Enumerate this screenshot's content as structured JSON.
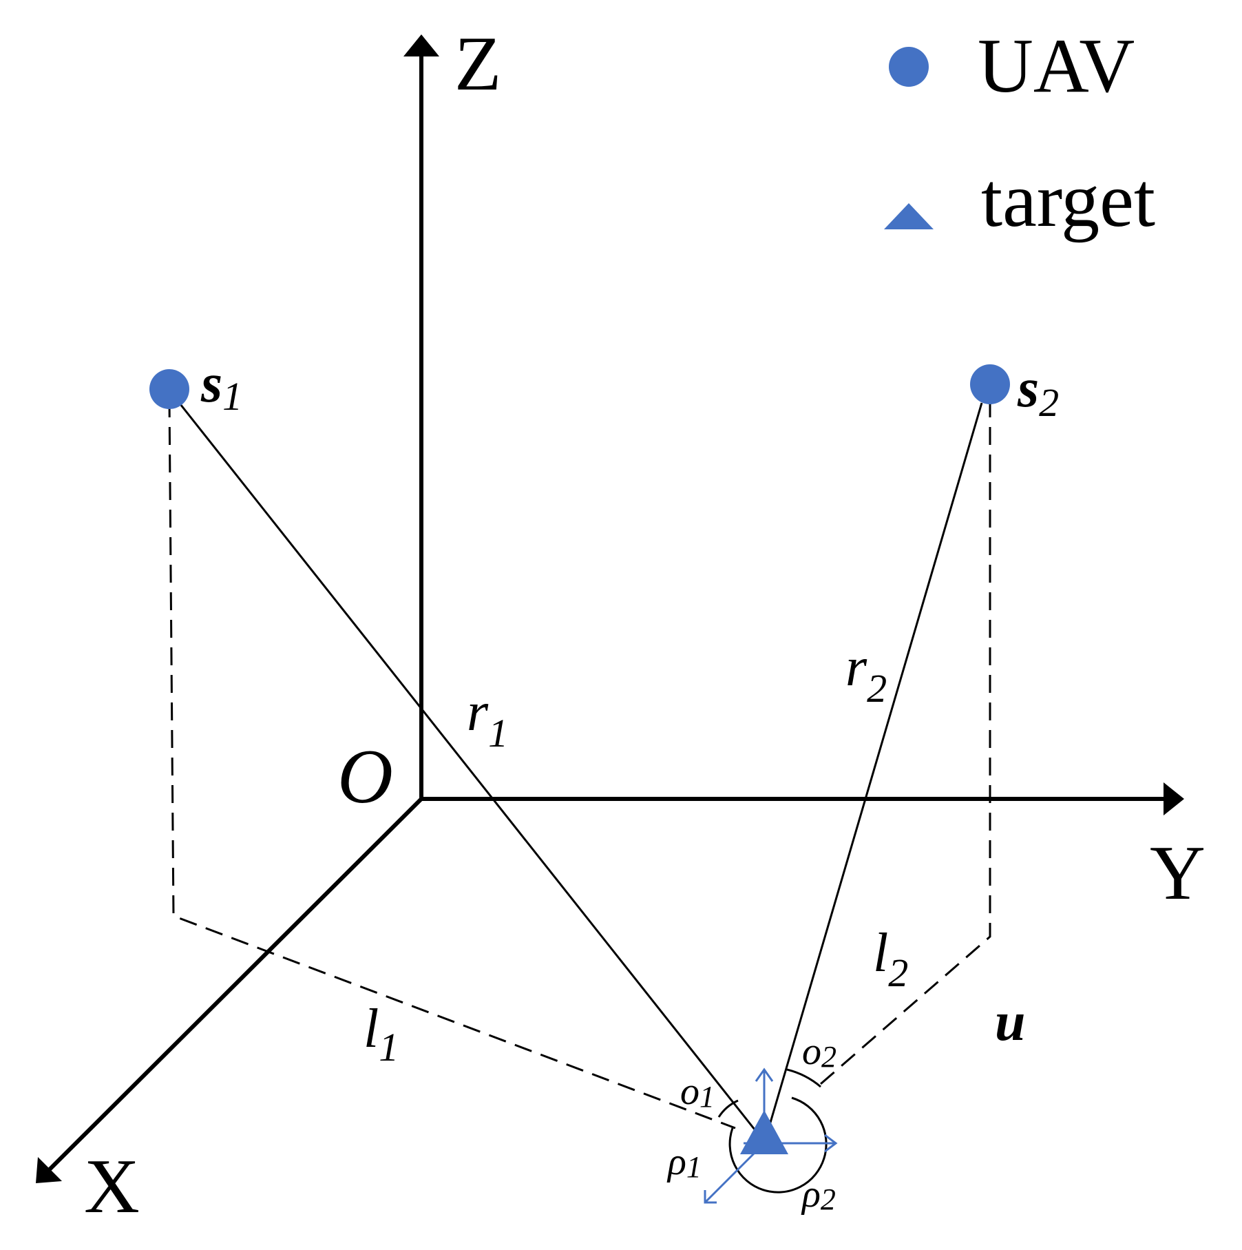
{
  "colors": {
    "ink": "#000000",
    "marker": "#4472C4"
  },
  "legend": {
    "uav_label": "UAV",
    "target_label": "target",
    "uav_icon": "filled-circle",
    "target_icon": "filled-triangle"
  },
  "axes": {
    "x_label": "X",
    "y_label": "Y",
    "z_label": "Z",
    "origin_label": "O"
  },
  "points": {
    "s1": {
      "base": "s",
      "sub": "1"
    },
    "s2": {
      "base": "s",
      "sub": "2"
    },
    "u": {
      "base": "u"
    }
  },
  "ranges": {
    "r1": {
      "base": "r",
      "sub": "1"
    },
    "r2": {
      "base": "r",
      "sub": "2"
    }
  },
  "horizontal": {
    "l1": {
      "base": "l",
      "sub": "1"
    },
    "l2": {
      "base": "l",
      "sub": "2"
    }
  },
  "angles": {
    "o1": {
      "base": "o",
      "sub": "1"
    },
    "o2": {
      "base": "o",
      "sub": "2"
    },
    "rho1": {
      "base": "ρ",
      "sub": "1"
    },
    "rho2": {
      "base": "ρ",
      "sub": "2"
    }
  }
}
